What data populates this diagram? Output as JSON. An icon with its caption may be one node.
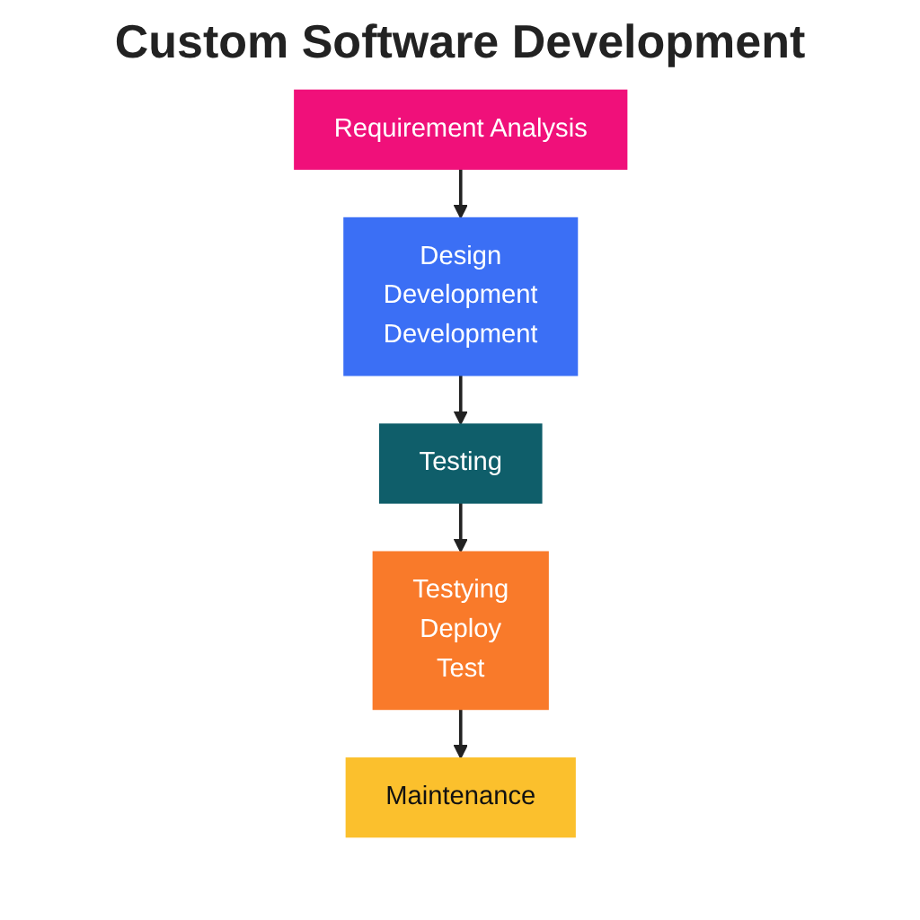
{
  "diagram": {
    "title": "Custom Software Development",
    "nodes": [
      {
        "text": [
          "Requirement Analysis"
        ]
      },
      {
        "text": [
          "Design",
          "Development",
          "Development"
        ]
      },
      {
        "text": [
          "Testing"
        ]
      },
      {
        "text": [
          "Testying",
          "Deploy",
          "Test"
        ]
      },
      {
        "text": [
          "Maintenance"
        ]
      }
    ],
    "edges": [
      {
        "from": 0,
        "to": 1,
        "arrow": "to"
      },
      {
        "from": 1,
        "to": 2,
        "arrow": "to"
      },
      {
        "from": 2,
        "to": 3,
        "arrow": "to"
      },
      {
        "from": 3,
        "to": 4,
        "arrow": "to"
      }
    ]
  }
}
